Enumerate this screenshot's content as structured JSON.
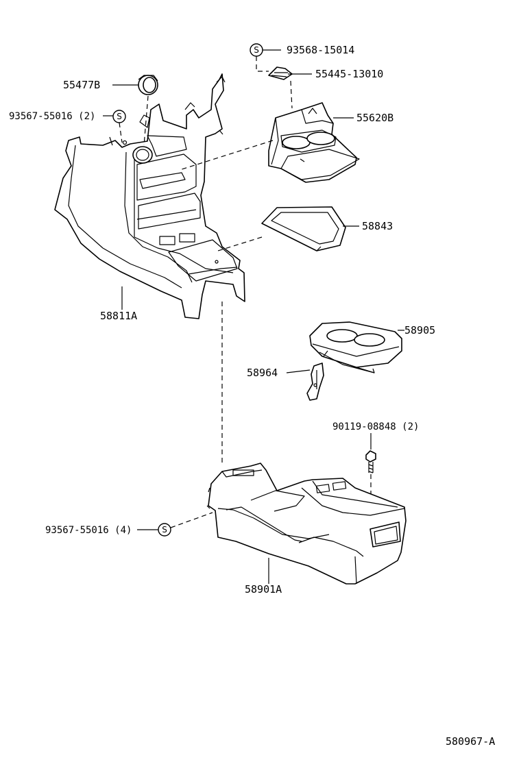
{
  "diagram": {
    "drawing_number": "580967-A",
    "screw_symbol": "S",
    "parts": [
      {
        "id": "p_93568_15014",
        "label": "93568-15014"
      },
      {
        "id": "p_55445_13010",
        "label": "55445-13010"
      },
      {
        "id": "p_55477B",
        "label": "55477B"
      },
      {
        "id": "p_93567_55016_2",
        "label": "93567-55016 (2)"
      },
      {
        "id": "p_55620B",
        "label": "55620B"
      },
      {
        "id": "p_58843",
        "label": "58843"
      },
      {
        "id": "p_58811A",
        "label": "58811A"
      },
      {
        "id": "p_58905",
        "label": "58905"
      },
      {
        "id": "p_58964",
        "label": "58964"
      },
      {
        "id": "p_90119_08848",
        "label": "90119-08848 (2)"
      },
      {
        "id": "p_93567_55016_4",
        "label": "93567-55016 (4)"
      },
      {
        "id": "p_58901A",
        "label": "58901A"
      }
    ]
  }
}
